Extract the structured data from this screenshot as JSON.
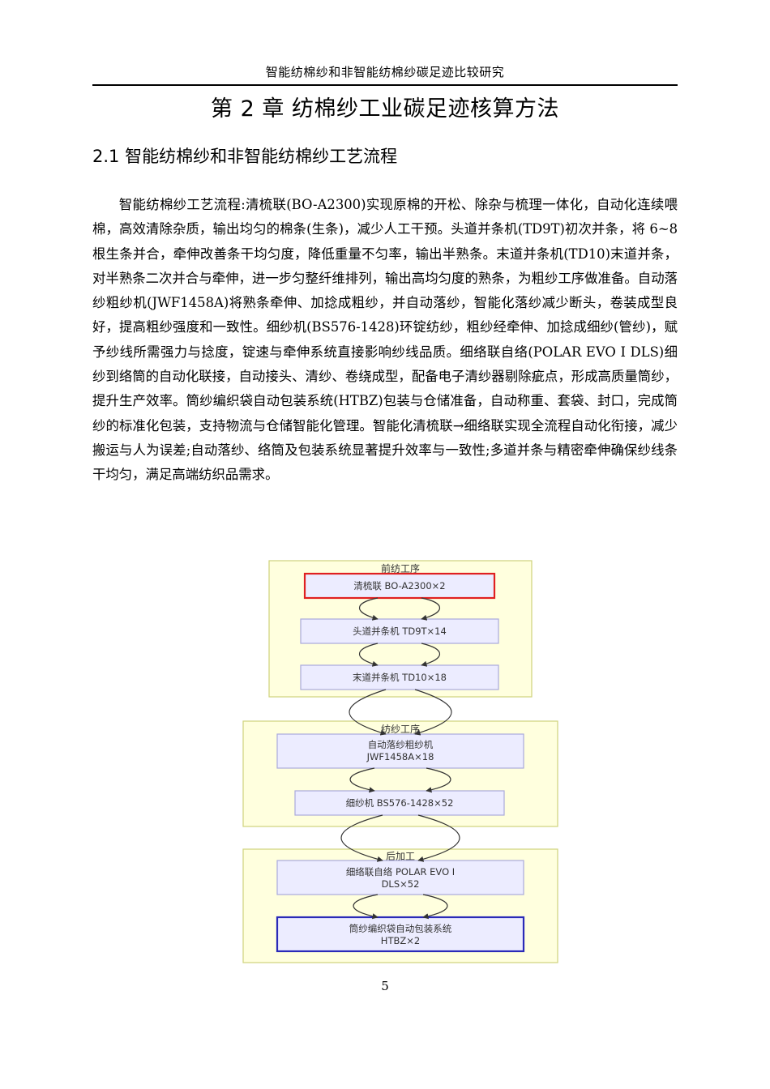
{
  "page": {
    "running_header": "智能纺棉纱和非智能纺棉纱碳足迹比较研究",
    "chapter_title": "第 2 章  纺棉纱工业碳足迹核算方法",
    "section_title": "2.1 智能纺棉纱和非智能纺棉纱工艺流程",
    "paragraph": "智能纺棉纱工艺流程:清梳联(BO-A2300)实现原棉的开松、除杂与梳理一体化，自动化连续喂棉，高效清除杂质，输出均匀的棉条(生条)，减少人工干预。头道并条机(TD9T)初次并条，将 6~8 根生条并合，牵伸改善条干均匀度，降低重量不匀率，输出半熟条。末道并条机(TD10)末道并条，对半熟条二次并合与牵伸，进一步匀整纤维排列，输出高均匀度的熟条，为粗纱工序做准备。自动落纱粗纱机(JWF1458A)将熟条牵伸、加捻成粗纱，并自动落纱，智能化落纱减少断头，卷装成型良好，提高粗纱强度和一致性。细纱机(BS576-1428)环锭纺纱，粗纱经牵伸、加捻成细纱(管纱)，赋予纱线所需强力与捻度，锭速与牵伸系统直接影响纱线品质。细络联自络(POLAR EVO I DLS)细纱到络筒的自动化联接，自动接头、清纱、卷绕成型，配备电子清纱器剔除疵点，形成高质量筒纱，提升生产效率。筒纱编织袋自动包装系统(HTBZ)包装与仓储准备，自动称重、套袋、封口，完成筒纱的标准化包装，支持物流与仓储智能化管理。智能化清梳联→细络联实现全流程自动化衔接，减少搬运与人为误差;自动落纱、络筒及包装系统显著提升效率与一致性;多道并条与精密牵伸确保纱线条干均匀，满足高端纺织品需求。",
    "page_number": "5"
  },
  "flowchart": {
    "groups": [
      {
        "label": "前纺工序",
        "nodes": [
          {
            "lines": [
              "清梳联 BO-A2300×2"
            ],
            "highlight": "red"
          },
          {
            "lines": [
              "头道并条机 TD9T×14"
            ]
          },
          {
            "lines": [
              "末道并条机 TD10×18"
            ]
          }
        ]
      },
      {
        "label": "纺纱工序",
        "nodes": [
          {
            "lines": [
              "自动落纱粗纱机",
              "JWF1458A×18"
            ]
          },
          {
            "lines": [
              "细纱机 BS576-1428×52"
            ]
          }
        ]
      },
      {
        "label": "后加工",
        "nodes": [
          {
            "lines": [
              "细络联自络 POLAR EVO I",
              "DLS×52"
            ]
          },
          {
            "lines": [
              "筒纱编织袋自动包装系统",
              "HTBZ×2"
            ],
            "highlight": "blue"
          }
        ]
      }
    ],
    "colors": {
      "group_fill": "#ffffde",
      "group_stroke": "#cfd37c",
      "node_fill": "#ececff",
      "node_stroke": "#a9a9dc",
      "start_highlight": "#e02020",
      "end_highlight": "#2a2ab8"
    }
  }
}
